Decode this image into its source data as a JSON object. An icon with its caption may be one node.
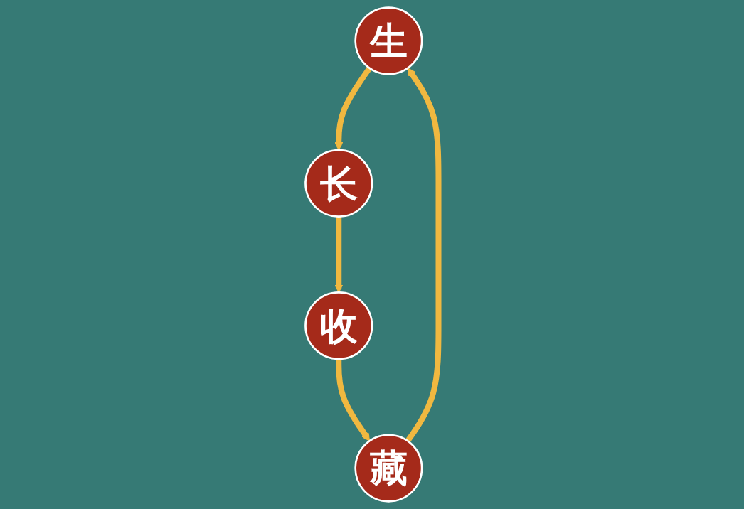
{
  "diagram": {
    "nodes": [
      {
        "text": [
          "生"
        ]
      },
      {
        "text": [
          "长"
        ]
      },
      {
        "text": [
          "收"
        ]
      },
      {
        "text": [
          "藏"
        ]
      }
    ],
    "edges": [
      {
        "from": 0,
        "to": 1,
        "arrow": "to"
      },
      {
        "from": 1,
        "to": 2,
        "arrow": "to"
      },
      {
        "from": 2,
        "to": 3,
        "arrow": "to"
      },
      {
        "from": 3,
        "to": 0,
        "arrow": "to"
      }
    ]
  }
}
